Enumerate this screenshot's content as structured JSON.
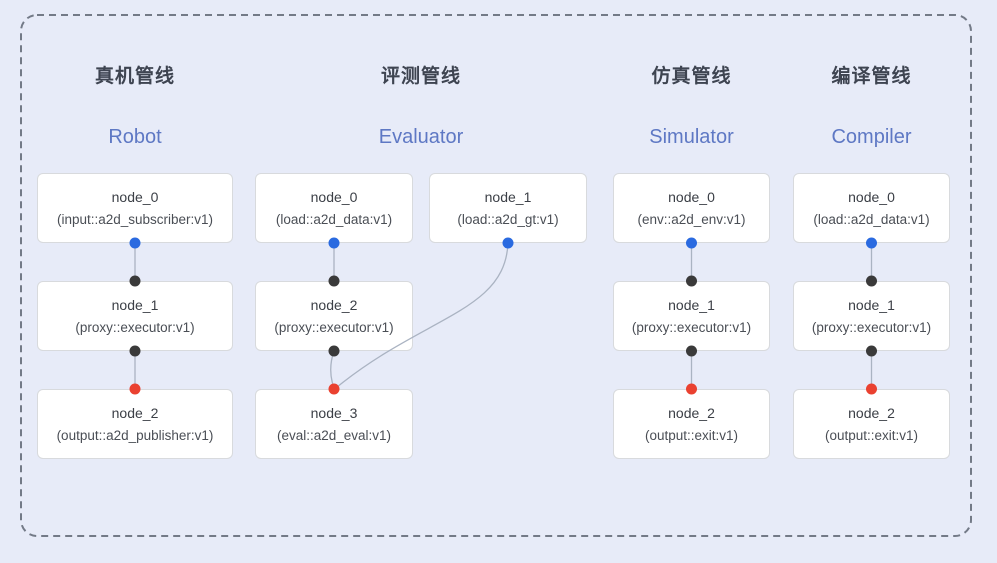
{
  "colors": {
    "background": "#e7ebf8",
    "frame_dash": "#737a87",
    "node_bg": "#ffffff",
    "node_border": "#d8dadd",
    "edge": "#aab3c2",
    "port_source_blue": "#2a6ae0",
    "port_mid_dark": "#3a3a3a",
    "port_sink_red": "#ea4130",
    "title_zh_color": "#3e4451",
    "title_en_color": "#5e78c4"
  },
  "pipelines": [
    {
      "title_zh": "真机管线",
      "title_en": "Robot",
      "nodes": [
        {
          "name": "node_0",
          "type": "(input::a2d_subscriber:v1)"
        },
        {
          "name": "node_1",
          "type": "(proxy::executor:v1)"
        },
        {
          "name": "node_2",
          "type": "(output::a2d_publisher:v1)"
        }
      ]
    },
    {
      "title_zh": "评测管线",
      "title_en": "Evaluator",
      "nodes": [
        {
          "name": "node_0",
          "type": "(load::a2d_data:v1)"
        },
        {
          "name": "node_1",
          "type": "(load::a2d_gt:v1)"
        },
        {
          "name": "node_2",
          "type": "(proxy::executor:v1)"
        },
        {
          "name": "node_3",
          "type": "(eval::a2d_eval:v1)"
        }
      ]
    },
    {
      "title_zh": "仿真管线",
      "title_en": "Simulator",
      "nodes": [
        {
          "name": "node_0",
          "type": "(env::a2d_env:v1)"
        },
        {
          "name": "node_1",
          "type": "(proxy::executor:v1)"
        },
        {
          "name": "node_2",
          "type": "(output::exit:v1)"
        }
      ]
    },
    {
      "title_zh": "编译管线",
      "title_en": "Compiler",
      "nodes": [
        {
          "name": "node_0",
          "type": "(load::a2d_data:v1)"
        },
        {
          "name": "node_1",
          "type": "(proxy::executor:v1)"
        },
        {
          "name": "node_2",
          "type": "(output::exit:v1)"
        }
      ]
    }
  ]
}
